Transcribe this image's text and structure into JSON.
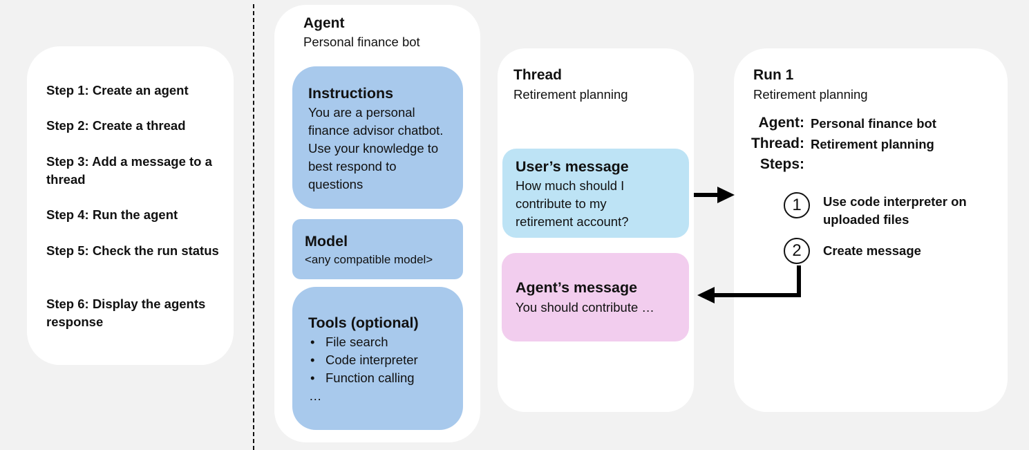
{
  "steps": [
    "Step 1: Create an agent",
    "Step 2: Create a thread",
    "Step 3: Add a message to a thread",
    "Step 4: Run the agent",
    "Step 5: Check the run status",
    "Step 6: Display the agents response"
  ],
  "agent": {
    "title": "Agent",
    "subtitle": "Personal finance bot",
    "instructions": {
      "title": "Instructions",
      "body": "You are a personal finance advisor chatbot. Use your knowledge to best respond to questions"
    },
    "model": {
      "title": "Model",
      "body": "<any compatible model>"
    },
    "tools": {
      "title": "Tools (optional)",
      "items": [
        "File search",
        "Code interpreter",
        "Function calling"
      ],
      "more": "…"
    }
  },
  "thread": {
    "title": "Thread",
    "subtitle": "Retirement planning",
    "user_message": {
      "title": "User’s message",
      "body": "How much should I contribute to my retirement account?"
    },
    "agent_message": {
      "title": "Agent’s message",
      "body": "You should contribute …"
    }
  },
  "run": {
    "title": "Run 1",
    "subtitle": "Retirement planning",
    "agent_label": "Agent:",
    "agent_value": "Personal finance bot",
    "thread_label": "Thread:",
    "thread_value": "Retirement planning",
    "steps_label": "Steps:",
    "steps": [
      {
        "number": "1",
        "text": "Use code interpreter on uploaded files"
      },
      {
        "number": "2",
        "text": "Create message"
      }
    ]
  },
  "colors": {
    "background": "#f2f2f2",
    "panel": "#ffffff",
    "agent_card": "#a8c9ec",
    "user_message": "#bde3f5",
    "agent_message": "#f2cdee"
  }
}
